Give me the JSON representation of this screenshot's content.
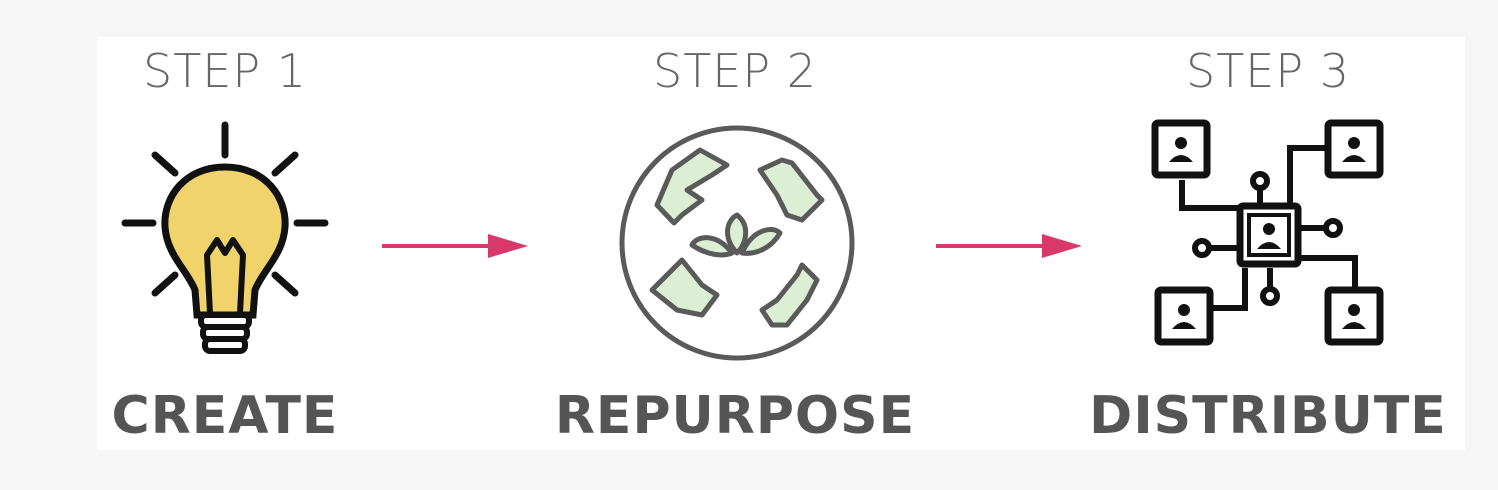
{
  "steps": [
    {
      "number": "STEP 1",
      "name": "CREATE",
      "icon": "lightbulb-icon"
    },
    {
      "number": "STEP 2",
      "name": "REPURPOSE",
      "icon": "recycle-icon"
    },
    {
      "number": "STEP 3",
      "name": "DISTRIBUTE",
      "icon": "network-icon"
    }
  ],
  "colors": {
    "arrow": "#d9386a",
    "text": "#555555",
    "bulb": "#f0d36a",
    "leaf": "#dcefd4"
  }
}
